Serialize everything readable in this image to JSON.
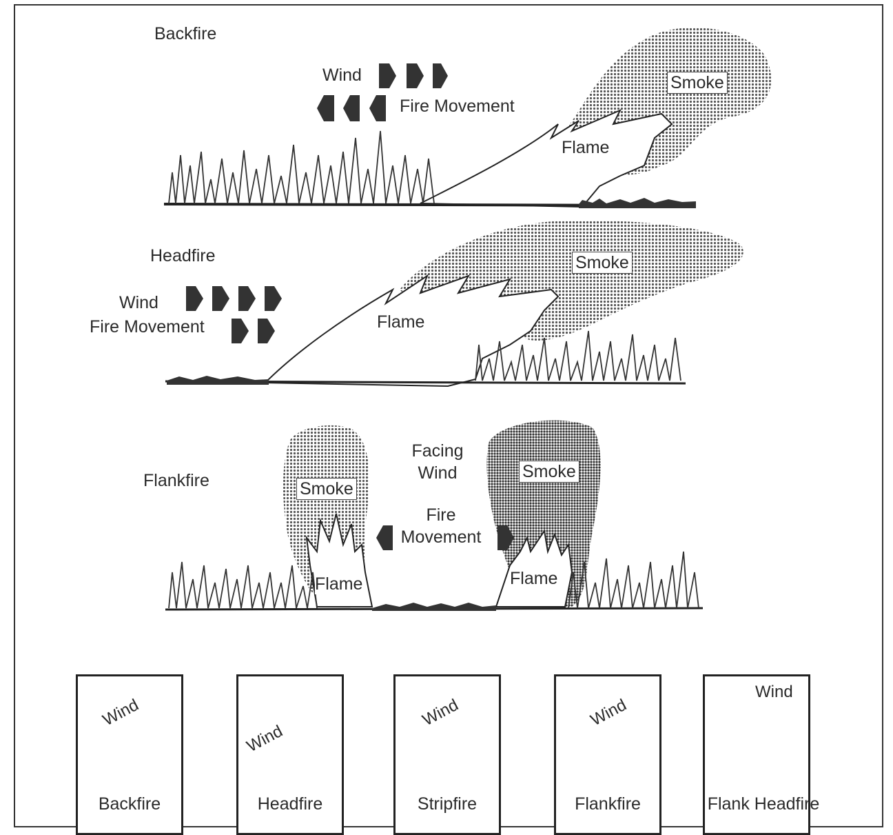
{
  "backfire": {
    "title": "Backfire",
    "wind": "Wind",
    "fire_movement": "Fire Movement",
    "smoke": "Smoke",
    "flame": "Flame"
  },
  "headfire": {
    "title": "Headfire",
    "wind": "Wind",
    "fire_movement": "Fire Movement",
    "smoke": "Smoke",
    "flame": "Flame"
  },
  "flankfire": {
    "title": "Flankfire",
    "facing_wind_line1": "Facing",
    "facing_wind_line2": "Wind",
    "fire_movement_line1": "Fire",
    "fire_movement_line2": "Movement",
    "smoke_left": "Smoke",
    "smoke_right": "Smoke",
    "flame_left": "Flame",
    "flame_right": "Flame"
  },
  "panels": [
    {
      "caption": "Backfire",
      "wind": "Wind"
    },
    {
      "caption": "Headfire",
      "wind": "Wind"
    },
    {
      "caption": "Stripfire",
      "wind": "Wind"
    },
    {
      "caption": "Flankfire",
      "wind": "Wind"
    },
    {
      "caption": "Flank Headfire",
      "wind": "Wind"
    }
  ],
  "colors": {
    "ink": "#2a2a2a",
    "smoke": "#8a8a8a",
    "burned": "#555555"
  }
}
